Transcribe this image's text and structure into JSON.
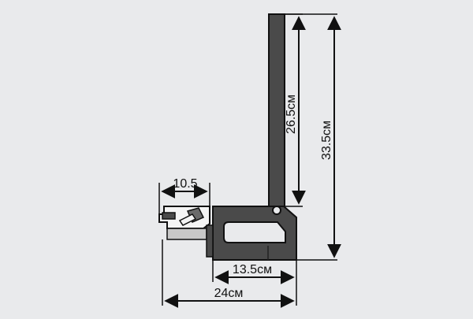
{
  "dimensions": {
    "handle_length": "26.5см",
    "total_height": "33.5см",
    "base_width": "13.5см",
    "total_width": "24см",
    "clamp_width": "10.5"
  },
  "colors": {
    "background": "#e9eaec",
    "part_dark": "#4a4a4a",
    "part_outline": "#111111",
    "part_light": "#c8c8c8",
    "dimension_line": "#111111"
  }
}
